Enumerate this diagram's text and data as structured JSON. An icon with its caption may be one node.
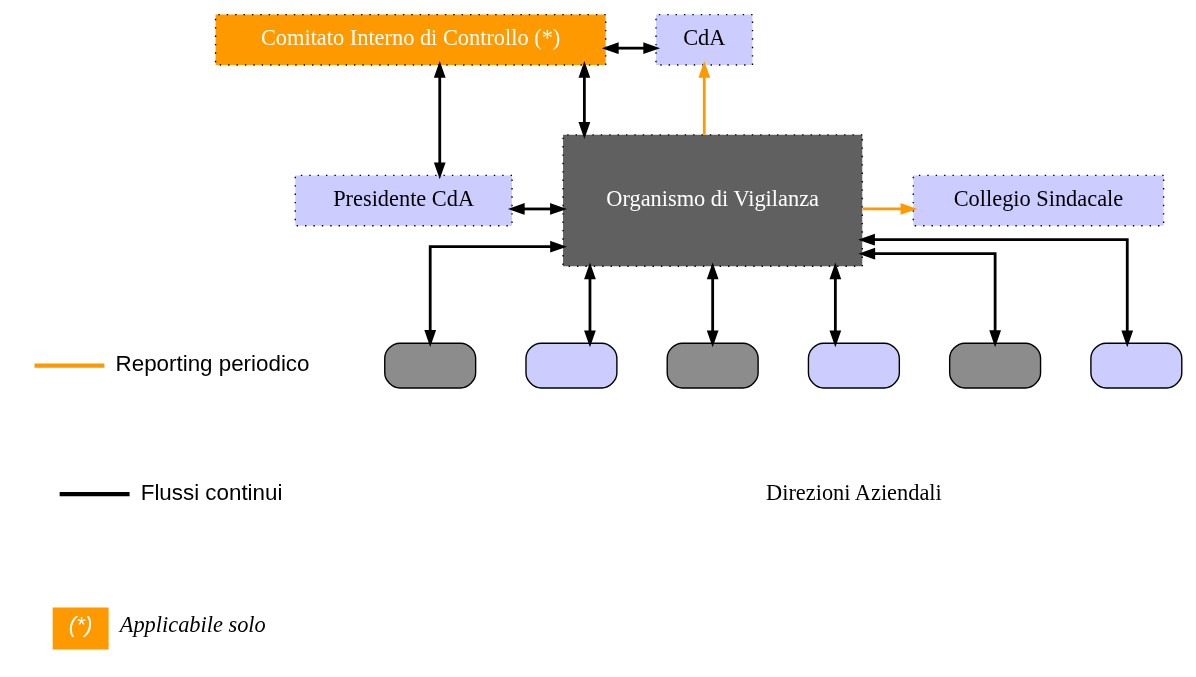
{
  "diagram": {
    "nodes": [
      {
        "text": [
          "Comitato Interno di Controllo (*)"
        ]
      },
      {
        "text": [
          "CdA"
        ]
      },
      {
        "text": [
          "Presidente CdA"
        ]
      },
      {
        "text": [
          "Collegio Sindacale"
        ]
      },
      {
        "text": [
          "Organismo di Vigilanza"
        ]
      },
      {
        "text": [],
        "shape": "box"
      },
      {
        "text": [],
        "shape": "box"
      },
      {
        "text": [],
        "shape": "box"
      },
      {
        "text": [],
        "shape": "box"
      },
      {
        "text": [],
        "shape": "box"
      },
      {
        "text": [],
        "shape": "box"
      }
    ],
    "edges": [
      {
        "from": 2,
        "to": 0,
        "arrow": "both"
      },
      {
        "from": 0,
        "to": 1,
        "arrow": "both"
      },
      {
        "from": 4,
        "to": 2,
        "arrow": "both"
      },
      {
        "from": 4,
        "to": 0,
        "arrow": "both"
      },
      {
        "from": 4,
        "to": 1,
        "arrow": "to",
        "color": "#ff9900"
      },
      {
        "from": 4,
        "to": 3,
        "arrow": "to",
        "color": "#ff9900"
      },
      {
        "from": 4,
        "to": 5,
        "arrow": "both"
      },
      {
        "from": 4,
        "to": 6,
        "arrow": "both"
      },
      {
        "from": 4,
        "to": 7,
        "arrow": "both"
      },
      {
        "from": 4,
        "to": 8,
        "arrow": "both"
      },
      {
        "from": 4,
        "to": 9,
        "arrow": "both"
      },
      {
        "from": 4,
        "to": 10,
        "arrow": "both"
      }
    ],
    "labels": [
      "Direzioni Aziendali",
      "(*)"
    ],
    "legend": [
      {
        "text": "Reporting periodico"
      },
      {
        "text": "Flussi continui"
      },
      {
        "text": "Applicabile solo",
        "color": "#ff9900"
      }
    ]
  }
}
